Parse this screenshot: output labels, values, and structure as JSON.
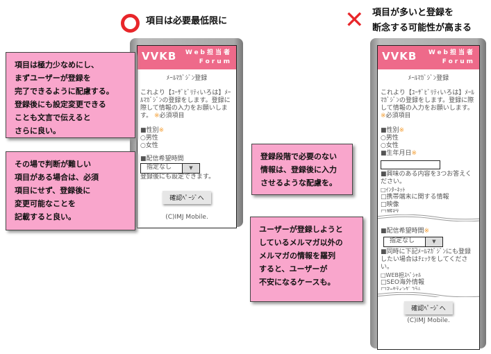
{
  "good": {
    "title": "項目は必要最低限に",
    "icon": "circle-ok-icon",
    "callout1": [
      "項目は極力少なめにし、",
      "まずユーザーが登録を",
      "完了できるように配慮する。",
      "登録後にも設定変更できる",
      "ことも文言で伝えると",
      "さらに良い。"
    ],
    "callout2": [
      "その場で判断が難しい",
      "項目がある場合は、必須",
      "項目にせず、登録後に",
      "変更可能なことを",
      "記載すると良い。"
    ],
    "form": {
      "heading": "ﾒｰﾙﾏｶﾞｼﾞﾝ登録",
      "intro": "これより【ﾕｰｻﾞﾋﾞﾘﾃｨいろは】ﾒｰﾙﾏｶﾞｼﾞﾝの登録をします。登録に際して情報の入力をお願いします。",
      "req_mark": "※",
      "req_label": "必須項目",
      "gender_label": "■性別",
      "male": "○男性",
      "female": "○女性",
      "time_label": "■配信希望時間",
      "select_value": "指定なし",
      "note": "登録後にも設定できます。",
      "confirm": "確認ﾍﾟｰｼﾞへ",
      "copyright": "(C)IMJ Mobile."
    }
  },
  "bad": {
    "title": [
      "項目が多いと登録を",
      "断念する可能性が高まる"
    ],
    "icon": "cross-ng-icon",
    "callout3": [
      "登録段階で必要のない",
      "情報は、登録後に入力",
      "させるような配慮を。"
    ],
    "callout4": [
      "ユーザーが登録しようと",
      "しているメルマガ以外の",
      "メルマガの情報を羅列",
      "すると、ユーザーが",
      "不安になるケースも。"
    ],
    "form": {
      "heading": "ﾒｰﾙﾏｶﾞｼﾞﾝ登録",
      "intro": "これより【ﾕｰｻﾞﾋﾞﾘﾃｨいろは】ﾒｰﾙﾏｶﾞｼﾞﾝの登録をします。登録に際して情報の入力をお願いします。",
      "req_mark": "※",
      "req_label": "必須項目",
      "gender_label": "■性別",
      "male": "○男性",
      "female": "○女性",
      "birth_label": "■生年月日",
      "interest_label": "■興味のある内容を3つお答えください。",
      "interests": [
        "□ｲﾝﾀｰﾈｯﾄ",
        "□携帯端末に関する情報",
        "□映像",
        "□旅行"
      ],
      "time_label": "■配信希望時間",
      "select_value": "指定なし",
      "other_label": "■同時に下記ﾒｰﾙﾏｶﾞｼﾞﾝにも登録したい場合はﾁｪｯｸをしてください。",
      "others": [
        "□WEB担ｽﾍﾟｼｬﾙ",
        "□SEO海外情報",
        "□ﾏｰｹﾃｨﾝｸﾞｺﾗﾑ"
      ],
      "confirm": "確認ﾍﾟｰｼﾞへ",
      "copyright": "(C)IMJ Mobile."
    }
  },
  "brand": {
    "logo": "VVKB",
    "name1": "Web担当者",
    "name2": "Forum"
  }
}
